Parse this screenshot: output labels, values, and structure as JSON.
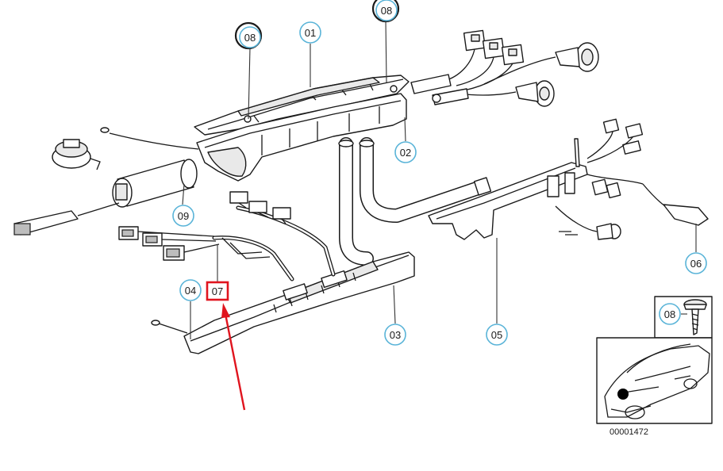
{
  "diagram": {
    "callouts": [
      {
        "id": "c-01",
        "label": "01"
      },
      {
        "id": "c-02",
        "label": "02"
      },
      {
        "id": "c-03",
        "label": "03"
      },
      {
        "id": "c-04",
        "label": "04"
      },
      {
        "id": "c-05",
        "label": "05"
      },
      {
        "id": "c-06",
        "label": "06"
      },
      {
        "id": "c-07",
        "label": "07",
        "highlighted": true
      },
      {
        "id": "c-08a",
        "label": "08"
      },
      {
        "id": "c-08b",
        "label": "08"
      },
      {
        "id": "c-08c",
        "label": "08"
      },
      {
        "id": "c-09",
        "label": "09"
      }
    ],
    "highlight_color": "#e0141e",
    "callout_ring_color": "#5ab4d8",
    "diagram_number": "00001472"
  }
}
